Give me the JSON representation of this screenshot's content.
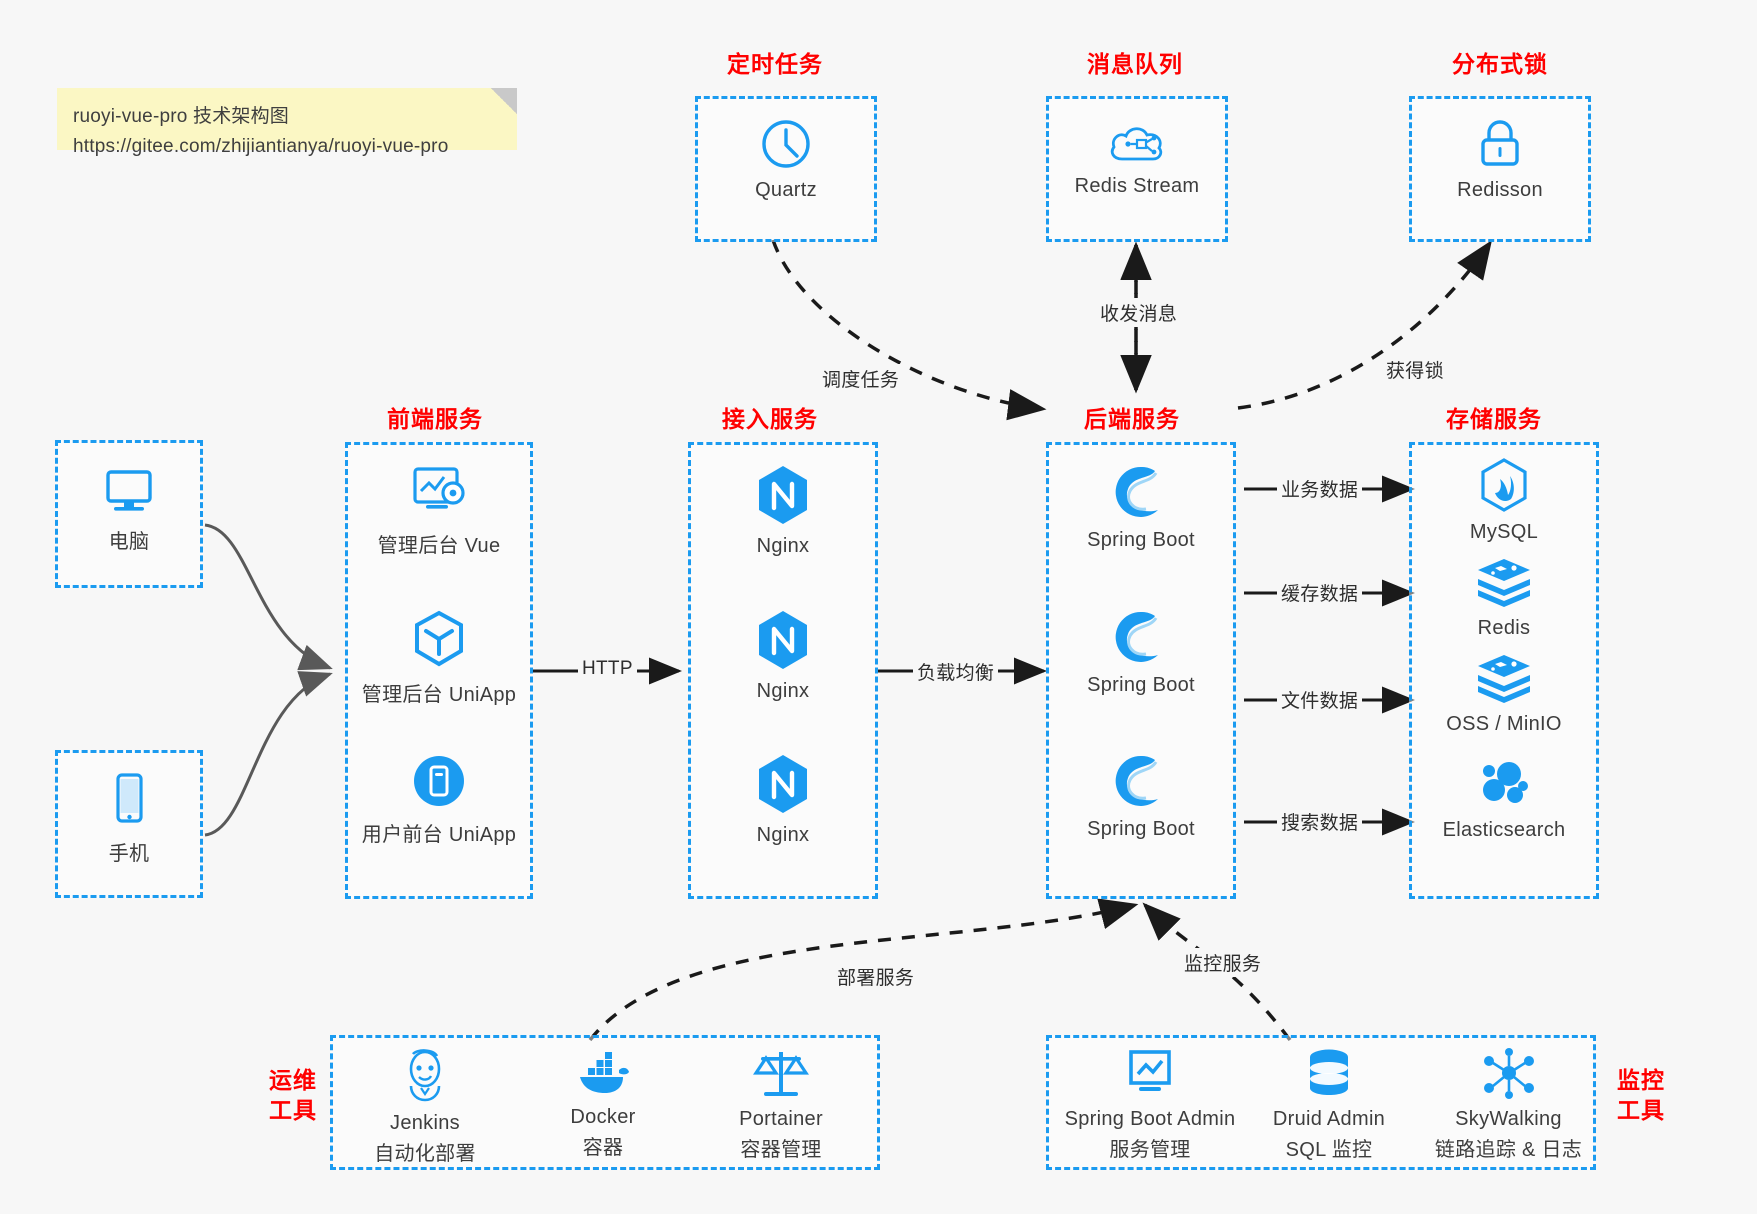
{
  "note": {
    "line1": "ruoyi-vue-pro 技术架构图",
    "line2": "https://gitee.com/zhijiantianya/ruoyi-vue-pro"
  },
  "colors": {
    "accent_blue": "#1b9bf0",
    "title_red": "#ff0000",
    "note_yellow": "#fbf7c4",
    "background": "#f7f7f7",
    "arrow_dark": "#1a1a1a",
    "arrow_gray": "#595959"
  },
  "groups": {
    "scheduled_task": {
      "title": "定时任务",
      "items": [
        {
          "label": "Quartz",
          "icon": "clock-icon"
        }
      ]
    },
    "message_queue": {
      "title": "消息队列",
      "items": [
        {
          "label": "Redis Stream",
          "icon": "cloud-network-icon"
        }
      ]
    },
    "distributed_lock": {
      "title": "分布式锁",
      "items": [
        {
          "label": "Redisson",
          "icon": "lock-icon"
        }
      ]
    },
    "clients": {
      "items": [
        {
          "label": "电脑",
          "icon": "desktop-icon"
        },
        {
          "label": "手机",
          "icon": "mobile-icon"
        }
      ]
    },
    "frontend": {
      "title": "前端服务",
      "items": [
        {
          "label": "管理后台 Vue",
          "icon": "dashboard-gear-icon"
        },
        {
          "label": "管理后台 UniApp",
          "icon": "cube-icon"
        },
        {
          "label": "用户前台 UniApp",
          "icon": "app-circle-icon"
        }
      ]
    },
    "gateway": {
      "title": "接入服务",
      "items": [
        {
          "label": "Nginx",
          "icon": "nginx-icon"
        },
        {
          "label": "Nginx",
          "icon": "nginx-icon"
        },
        {
          "label": "Nginx",
          "icon": "nginx-icon"
        }
      ]
    },
    "backend": {
      "title": "后端服务",
      "items": [
        {
          "label": "Spring Boot",
          "icon": "spring-boot-icon"
        },
        {
          "label": "Spring Boot",
          "icon": "spring-boot-icon"
        },
        {
          "label": "Spring Boot",
          "icon": "spring-boot-icon"
        }
      ]
    },
    "storage": {
      "title": "存储服务",
      "items": [
        {
          "label": "MySQL",
          "icon": "mysql-icon"
        },
        {
          "label": "Redis",
          "icon": "redis-icon"
        },
        {
          "label": "OSS / MinIO",
          "icon": "oss-icon"
        },
        {
          "label": "Elasticsearch",
          "icon": "elasticsearch-icon"
        }
      ]
    },
    "devops": {
      "title_line1": "运维",
      "title_line2": "工具",
      "items": [
        {
          "name": "Jenkins",
          "desc": "自动化部署",
          "icon": "jenkins-icon"
        },
        {
          "name": "Docker",
          "desc": "容器",
          "icon": "docker-icon"
        },
        {
          "name": "Portainer",
          "desc": "容器管理",
          "icon": "scales-icon"
        }
      ]
    },
    "monitoring": {
      "title_line1": "监控",
      "title_line2": "工具",
      "items": [
        {
          "name": "Spring Boot Admin",
          "desc": "服务管理",
          "icon": "monitor-chart-icon"
        },
        {
          "name": "Druid Admin",
          "desc": "SQL 监控",
          "icon": "database-icon"
        },
        {
          "name": "SkyWalking",
          "desc": "链路追踪 & 日志",
          "icon": "skywalking-icon"
        }
      ]
    }
  },
  "edges": [
    {
      "id": "http",
      "label": "HTTP"
    },
    {
      "id": "load-balance",
      "label": "负载均衡"
    },
    {
      "id": "schedule-task",
      "label": "调度任务"
    },
    {
      "id": "send-receive-message",
      "label": "收发消息"
    },
    {
      "id": "acquire-lock",
      "label": "获得锁"
    },
    {
      "id": "business-data",
      "label": "业务数据"
    },
    {
      "id": "cache-data",
      "label": "缓存数据"
    },
    {
      "id": "file-data",
      "label": "文件数据"
    },
    {
      "id": "search-data",
      "label": "搜索数据"
    },
    {
      "id": "deploy-service",
      "label": "部署服务"
    },
    {
      "id": "monitor-service",
      "label": "监控服务"
    }
  ]
}
